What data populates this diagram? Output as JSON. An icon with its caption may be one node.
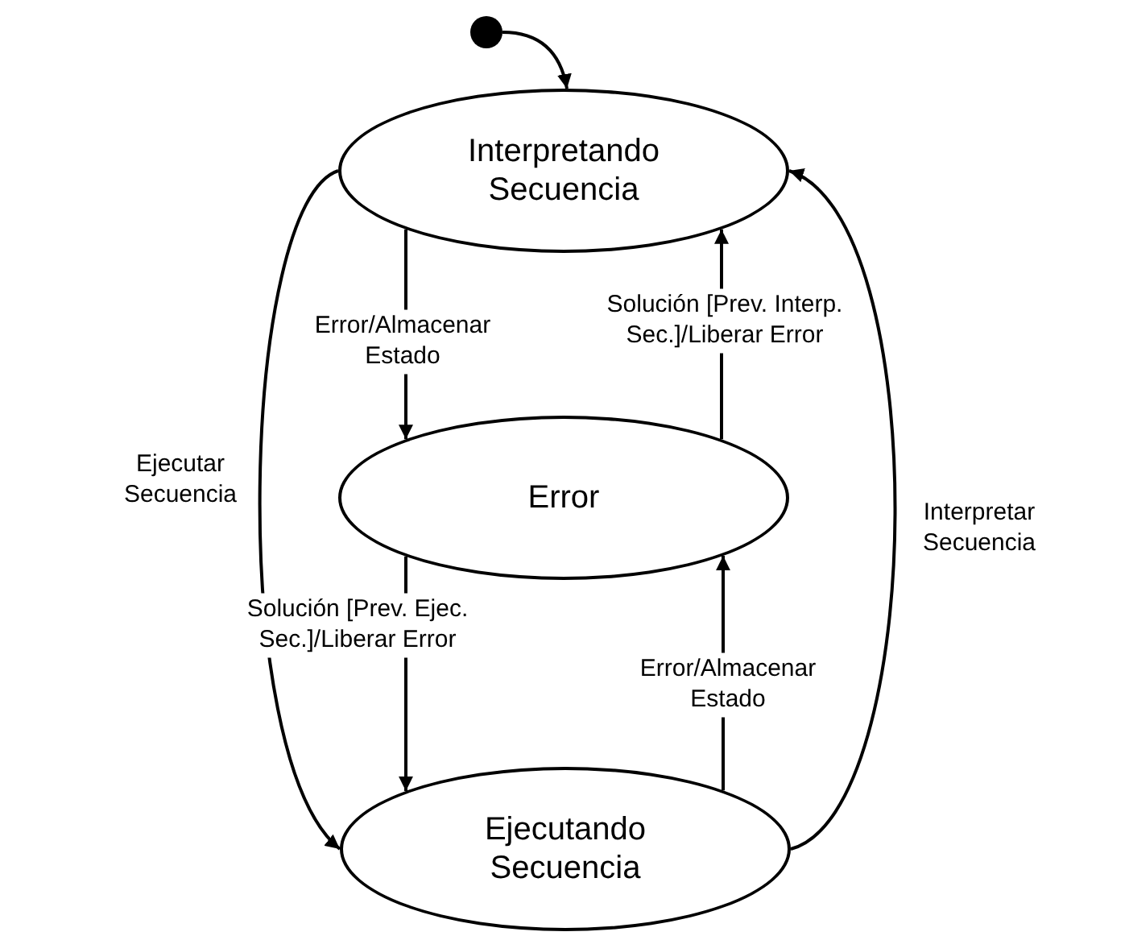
{
  "diagram": {
    "nodes": [
      {
        "text": [],
        "shape": "circle"
      },
      {
        "text": [
          "Interpretando Secuencia"
        ]
      },
      {
        "text": [
          "Error"
        ]
      },
      {
        "text": [
          "Ejecutando Secuencia"
        ]
      }
    ],
    "edges": [
      {
        "from": 0,
        "to": 1,
        "arrow": "to"
      },
      {
        "from": 1,
        "to": 2,
        "arrow": "to",
        "label": "Error/Almacenar Estado"
      },
      {
        "from": 2,
        "to": 1,
        "arrow": "to",
        "label": "Solución [Prev. Interp. Sec.]/Liberar Error"
      },
      {
        "from": 2,
        "to": 3,
        "arrow": "to",
        "label": "Solución [Prev. Ejec. Sec.]/Liberar Error"
      },
      {
        "from": 3,
        "to": 2,
        "arrow": "to",
        "label": "Error/Almacenar Estado"
      },
      {
        "from": 1,
        "to": 3,
        "arrow": "to",
        "label": "Ejecutar Secuencia"
      },
      {
        "from": 3,
        "to": 1,
        "arrow": "to",
        "label": "Interpretar Secuencia"
      }
    ]
  }
}
